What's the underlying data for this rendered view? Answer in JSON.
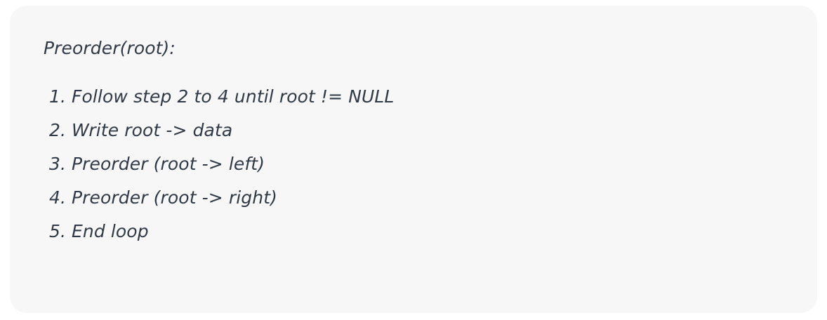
{
  "card": {
    "background_color": "#f7f7f8",
    "text_color": "#2f3a46",
    "corner_radius": "24px"
  },
  "algorithm": {
    "title": "Preorder(root):",
    "steps": [
      {
        "number": "1.",
        "text": "Follow step 2 to 4 until root != NULL"
      },
      {
        "number": "2.",
        "text": "Write root -> data"
      },
      {
        "number": "3.",
        "text": "Preorder (root -> left)"
      },
      {
        "number": "4.",
        "text": "Preorder (root -> right)"
      },
      {
        "number": "5.",
        "text": "End loop"
      }
    ]
  }
}
